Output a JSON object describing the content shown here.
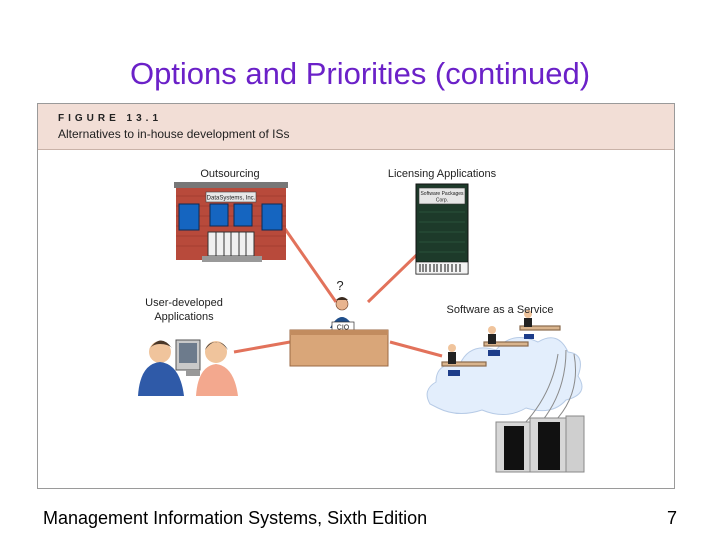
{
  "slide": {
    "title": "Options and Priorities (continued)",
    "footer": "Management Information Systems, Sixth Edition",
    "page_number": "7"
  },
  "figure": {
    "number_label": "FIGURE 13.1",
    "caption": "Alternatives to in-house development of ISs",
    "nodes": {
      "outsourcing": {
        "label": "Outsourcing",
        "sign": "DataSystems, Inc."
      },
      "licensing": {
        "label": "Licensing Applications",
        "sign_line1": "Software Packages",
        "sign_line2": "Corp."
      },
      "user_developed": {
        "label_line1": "User-developed",
        "label_line2": "Applications"
      },
      "saas": {
        "label": "Software as a Service"
      },
      "cio": {
        "question": "?",
        "badge": "CIO"
      }
    }
  },
  "colors": {
    "title": "#6b21c8",
    "connector": "#e2725b",
    "brick": "#b84a3b",
    "desk": "#d9a679",
    "cloud": "#e3eefc",
    "header_band": "#f2ded6"
  }
}
